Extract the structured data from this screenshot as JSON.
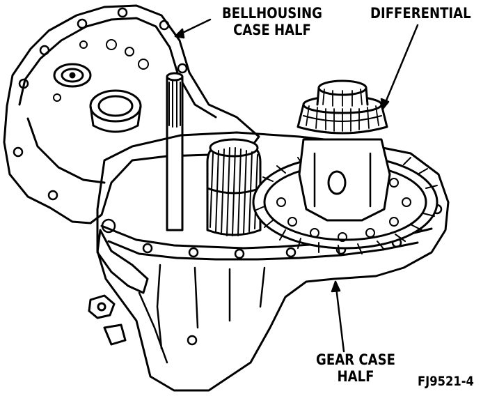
{
  "labels": {
    "bellhousing_line1": "BELLHOUSING",
    "bellhousing_line2": "CASE HALF",
    "differential": "DIFFERENTIAL",
    "gear_case_line1": "GEAR CASE",
    "gear_case_line2": "HALF",
    "figure_id": "FJ9521-4"
  },
  "colors": {
    "ink": "#000000",
    "paper": "#ffffff"
  }
}
